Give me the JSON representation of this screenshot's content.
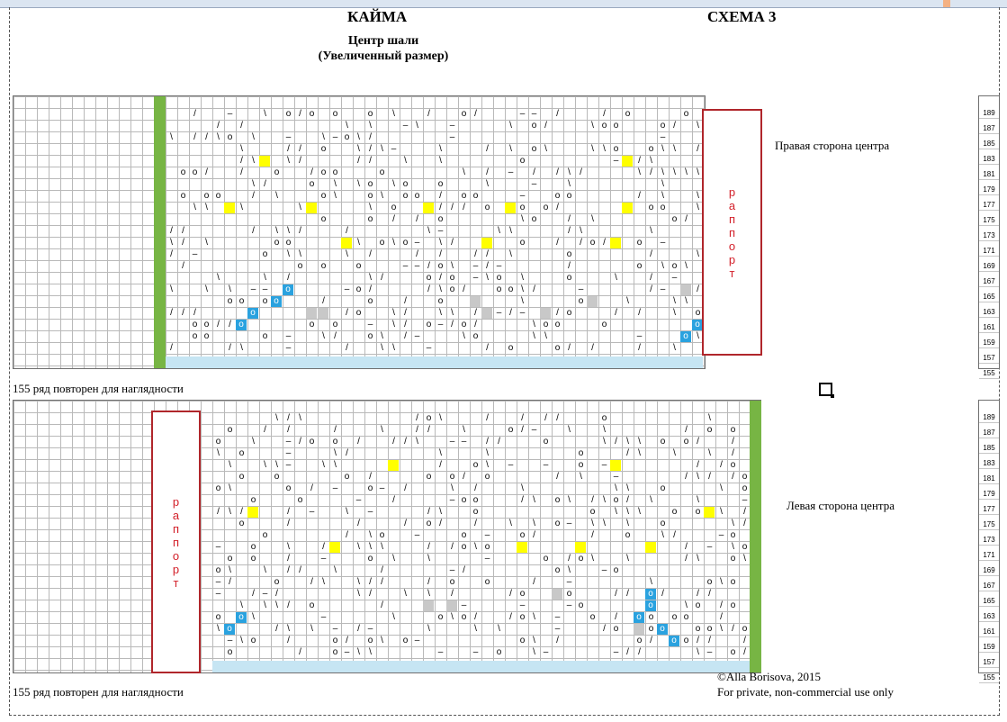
{
  "header": {
    "title_left": "КАЙМА",
    "title_right": "СХЕМА 3",
    "subtitle_line1": "Центр шали",
    "subtitle_line2": "(Увеличенный  размер)"
  },
  "top_chart": {
    "side_label": "Правая сторона центра",
    "repeat_letters": [
      "р",
      "а",
      "п",
      "п",
      "о",
      "р",
      "т"
    ],
    "note": "155  ряд повторен для наглядности"
  },
  "bottom_chart": {
    "side_label": "Левая сторона центра",
    "repeat_letters": [
      "р",
      "а",
      "п",
      "п",
      "о",
      "р",
      "т"
    ],
    "note": "155  ряд повторен для наглядности"
  },
  "row_numbers": [
    "189",
    "187",
    "185",
    "183",
    "181",
    "179",
    "177",
    "175",
    "173",
    "171",
    "169",
    "167",
    "165",
    "163",
    "161",
    "159",
    "157",
    "155"
  ],
  "footer": {
    "copyright": "©Alla Borisova, 2015",
    "license": "For private, non-commercial use only"
  },
  "colors": {
    "grid_line": "#b9b9b9",
    "green_column": "#77b544",
    "yellow_cell": "#ffff00",
    "blue_cell": "#2aa2df",
    "light_blue_band": "#c6e5f3",
    "repeat_border": "#b0262b",
    "repeat_text": "#d3202a"
  }
}
